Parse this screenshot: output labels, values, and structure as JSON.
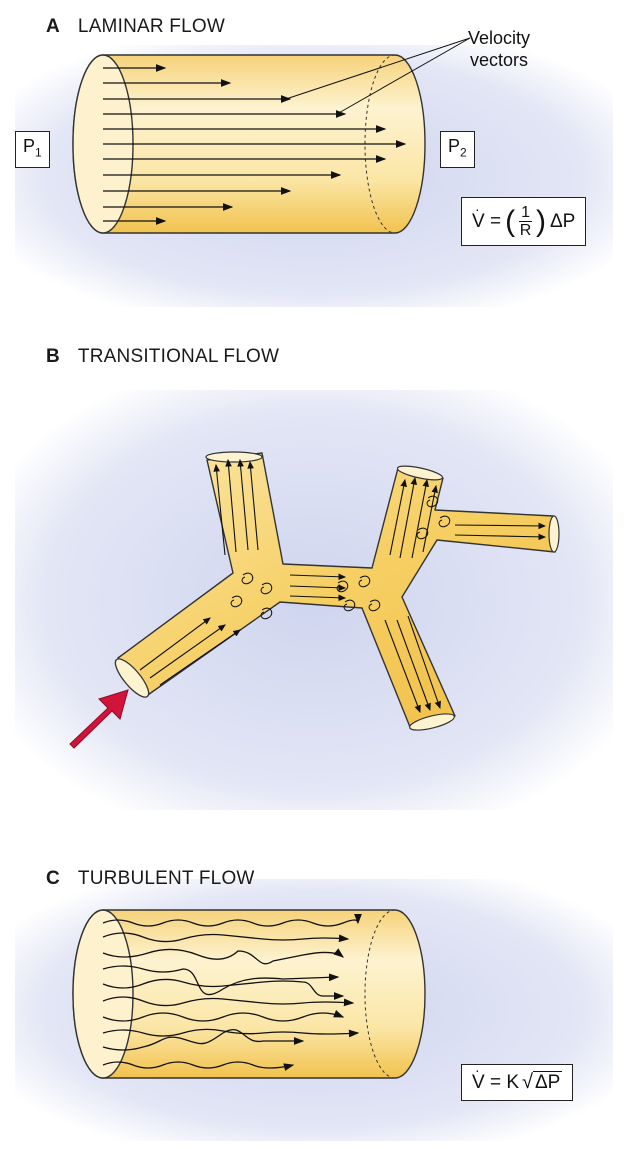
{
  "panels": {
    "a": {
      "letter": "A",
      "title": "LAMINAR FLOW"
    },
    "b": {
      "letter": "B",
      "title": "TRANSITIONAL FLOW"
    },
    "c": {
      "letter": "C",
      "title": "TURBULENT FLOW"
    }
  },
  "labels": {
    "p1": "P",
    "p1_sub": "1",
    "p2": "P",
    "p2_sub": "2",
    "velocity_line1": "Velocity",
    "velocity_line2": "vectors"
  },
  "equations": {
    "laminar_lhs": "V =",
    "laminar_num": "1",
    "laminar_den": "R",
    "laminar_rhs": "ΔP",
    "turbulent_lhs": "V = K",
    "turbulent_rad": "ΔP"
  },
  "colors": {
    "tube_light": "#fdf1c8",
    "tube_dark": "#f3c14a",
    "background_glow": "#d9ddf0",
    "arrow": "#d2143a"
  }
}
